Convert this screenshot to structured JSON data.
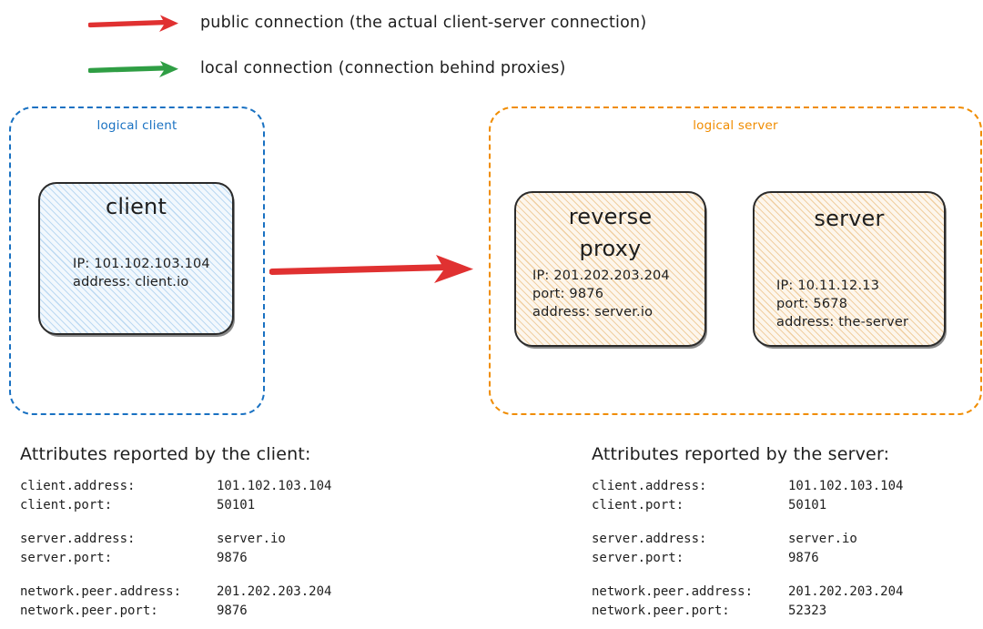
{
  "legend": {
    "items": [
      {
        "color": "#e03131",
        "icon": "red-arrow-icon",
        "label": "public connection (the actual client-server connection)"
      },
      {
        "color": "#2f9e44",
        "icon": "green-arrow-icon",
        "label": "local connection (connection behind proxies)"
      }
    ]
  },
  "diagram": {
    "client_group": {
      "title": "logical client",
      "color": "#1971c2",
      "node": {
        "title": "client",
        "attrs": [
          "IP: 101.102.103.104",
          "address: client.io"
        ]
      }
    },
    "server_group": {
      "title": "logical server",
      "color": "#f08c00",
      "nodes": [
        {
          "title_line1": "reverse",
          "title_line2": "proxy",
          "attrs": [
            "IP: 201.202.203.204",
            "port: 9876",
            "address: server.io"
          ]
        },
        {
          "title_line1": "server",
          "title_line2": "",
          "attrs": [
            "IP: 10.11.12.13",
            "port: 5678",
            "address: the-server"
          ]
        }
      ]
    },
    "connection_arrow": {
      "color": "#e03131",
      "name": "public-connection"
    }
  },
  "attributes_client": {
    "heading": "Attributes reported by the client:",
    "rows": [
      {
        "key": "client.address:",
        "value": "101.102.103.104"
      },
      {
        "key": "client.port:",
        "value": "50101"
      },
      {
        "key": "",
        "value": ""
      },
      {
        "key": "server.address:",
        "value": "server.io"
      },
      {
        "key": "server.port:",
        "value": "9876"
      },
      {
        "key": "",
        "value": ""
      },
      {
        "key": "network.peer.address:",
        "value": "201.202.203.204"
      },
      {
        "key": "network.peer.port:",
        "value": "9876"
      }
    ]
  },
  "attributes_server": {
    "heading": "Attributes reported by the server:",
    "rows": [
      {
        "key": "client.address:",
        "value": "101.102.103.104"
      },
      {
        "key": "client.port:",
        "value": "50101"
      },
      {
        "key": "",
        "value": ""
      },
      {
        "key": "server.address:",
        "value": "server.io"
      },
      {
        "key": "server.port:",
        "value": "9876"
      },
      {
        "key": "",
        "value": ""
      },
      {
        "key": "network.peer.address:",
        "value": "201.202.203.204"
      },
      {
        "key": "network.peer.port:",
        "value": "52323"
      }
    ]
  }
}
